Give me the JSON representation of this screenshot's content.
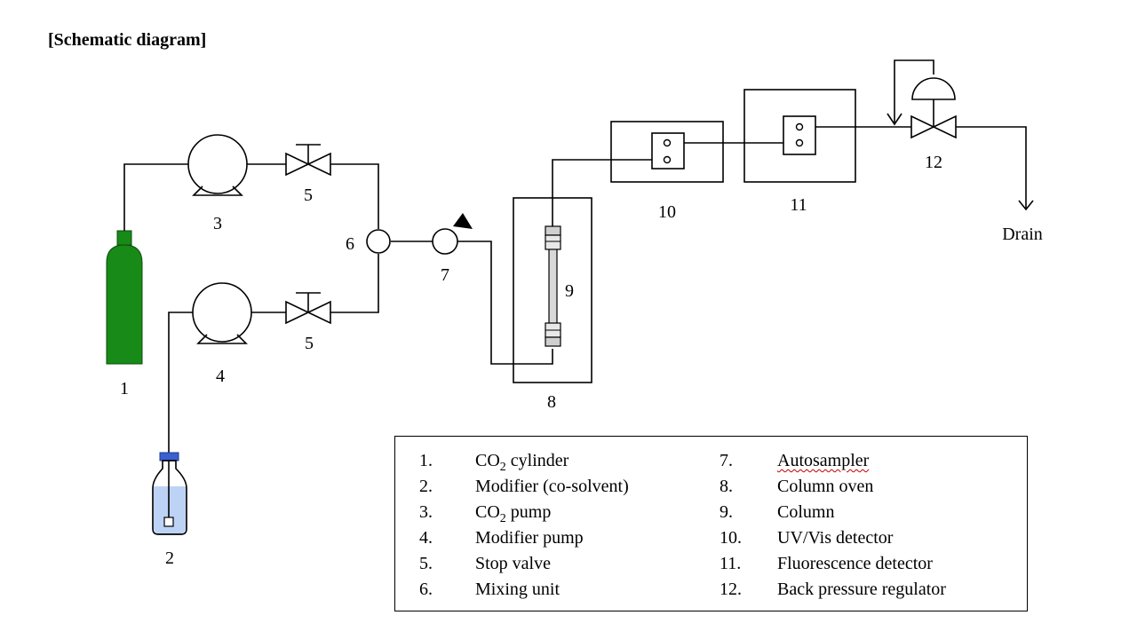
{
  "title": "[Schematic diagram]",
  "colors": {
    "cylinder": "#178a17",
    "cap": "#3a5fcf",
    "liquid": "#bcd3f5",
    "line": "#000000"
  },
  "labels": {
    "n1": "1",
    "n2": "2",
    "n3": "3",
    "n4": "4",
    "n5a": "5",
    "n5b": "5",
    "n6": "6",
    "n7": "7",
    "n8": "8",
    "n9": "9",
    "n10": "10",
    "n11": "11",
    "n12": "12",
    "drain": "Drain"
  },
  "legend": [
    {
      "num": "1.",
      "pre": "CO",
      "sub": "2",
      "post": " cylinder"
    },
    {
      "num": "2.",
      "pre": "Modifier (co-solvent)",
      "sub": "",
      "post": ""
    },
    {
      "num": "3.",
      "pre": "CO",
      "sub": "2",
      "post": " pump"
    },
    {
      "num": "4.",
      "pre": "Modifier pump",
      "sub": "",
      "post": ""
    },
    {
      "num": "5.",
      "pre": "Stop valve",
      "sub": "",
      "post": ""
    },
    {
      "num": "6.",
      "pre": "Mixing unit",
      "sub": "",
      "post": ""
    },
    {
      "num": "7.",
      "pre": "Autosampler",
      "sub": "",
      "post": ""
    },
    {
      "num": "8.",
      "pre": "Column oven",
      "sub": "",
      "post": ""
    },
    {
      "num": "9.",
      "pre": "Column",
      "sub": "",
      "post": ""
    },
    {
      "num": "10.",
      "pre": "UV/Vis detector",
      "sub": "",
      "post": ""
    },
    {
      "num": "11.",
      "pre": "Fluorescence detector",
      "sub": "",
      "post": ""
    },
    {
      "num": "12.",
      "pre": "Back pressure regulator",
      "sub": "",
      "post": ""
    }
  ]
}
